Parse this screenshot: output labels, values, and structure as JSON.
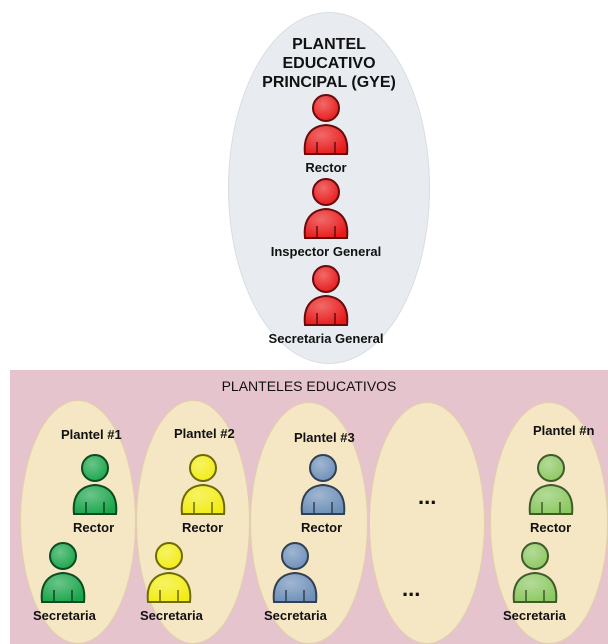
{
  "main": {
    "title_lines": [
      "PLANTEL",
      "EDUCATIVO",
      "PRINCIPAL (GYE)"
    ],
    "roles": [
      "Rector",
      "Inspector General",
      "Secretaria General"
    ],
    "color": "#e8191a"
  },
  "band": {
    "title": "PLANTELES EDUCATIVOS",
    "color": "#e6c4cd"
  },
  "campuses": [
    {
      "title": "Plantel #1",
      "roles": [
        "Rector",
        "Secretaria"
      ],
      "color": "#1aa54a"
    },
    {
      "title": "Plantel #2",
      "roles": [
        "Rector",
        "Secretaria"
      ],
      "color": "#f2ec12"
    },
    {
      "title": "Plantel #3",
      "roles": [
        "Rector",
        "Secretaria"
      ],
      "color": "#6d8fb8"
    },
    {
      "title": "...",
      "roles": [
        "..."
      ]
    },
    {
      "title": "Plantel #n",
      "roles": [
        "Rector",
        "Secretaria"
      ],
      "color": "#8cc860"
    }
  ]
}
